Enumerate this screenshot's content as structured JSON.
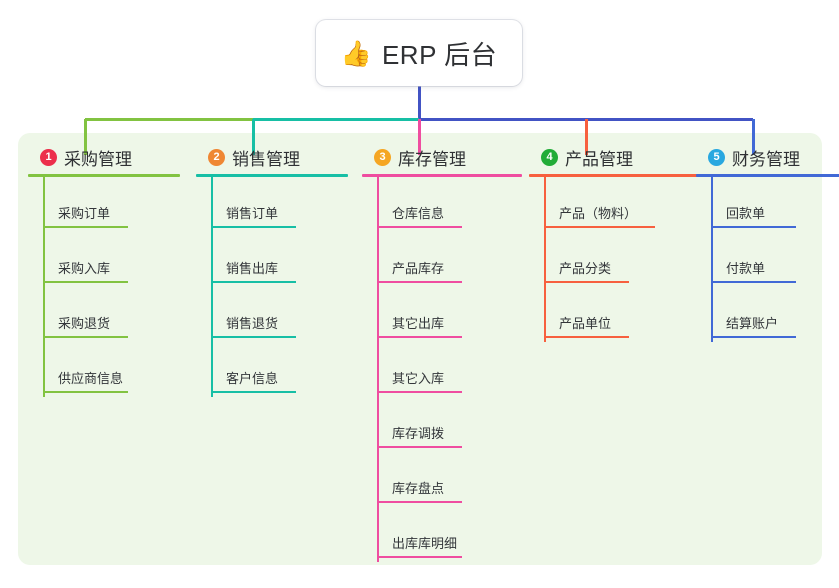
{
  "root": {
    "icon": "thumbs-up-icon",
    "emoji": "👍",
    "title": "ERP 后台"
  },
  "palette": {
    "panel_bg": "#eef7e8",
    "page_bg": "#ffffff",
    "root_text": "#2f3134",
    "trunk": "#4253c4"
  },
  "columns": [
    {
      "index": "1",
      "title": "采购管理",
      "badge_color": "#ec2f4b",
      "line_color": "#82c341",
      "items": [
        {
          "label": "采购订单"
        },
        {
          "label": "采购入库"
        },
        {
          "label": "采购退货"
        },
        {
          "label": "供应商信息"
        }
      ]
    },
    {
      "index": "2",
      "title": "销售管理",
      "badge_color": "#ef8733",
      "line_color": "#17bfa5",
      "items": [
        {
          "label": "销售订单"
        },
        {
          "label": "销售出库"
        },
        {
          "label": "销售退货"
        },
        {
          "label": "客户信息"
        }
      ]
    },
    {
      "index": "3",
      "title": "库存管理",
      "badge_color": "#f5a623",
      "line_color": "#ef4da0",
      "items": [
        {
          "label": "仓库信息"
        },
        {
          "label": "产品库存"
        },
        {
          "label": "其它出库"
        },
        {
          "label": "其它入库"
        },
        {
          "label": "库存调拨"
        },
        {
          "label": "库存盘点"
        },
        {
          "label": "出库库明细"
        }
      ]
    },
    {
      "index": "4",
      "title": "产品管理",
      "badge_color": "#22ac38",
      "line_color": "#f7603f",
      "items": [
        {
          "label": "产品（物料）"
        },
        {
          "label": "产品分类"
        },
        {
          "label": "产品单位"
        }
      ]
    },
    {
      "index": "5",
      "title": "财务管理",
      "badge_color": "#29a8e0",
      "line_color": "#4169d6",
      "items": [
        {
          "label": "回款单"
        },
        {
          "label": "付款单"
        },
        {
          "label": "结算账户"
        }
      ]
    }
  ]
}
